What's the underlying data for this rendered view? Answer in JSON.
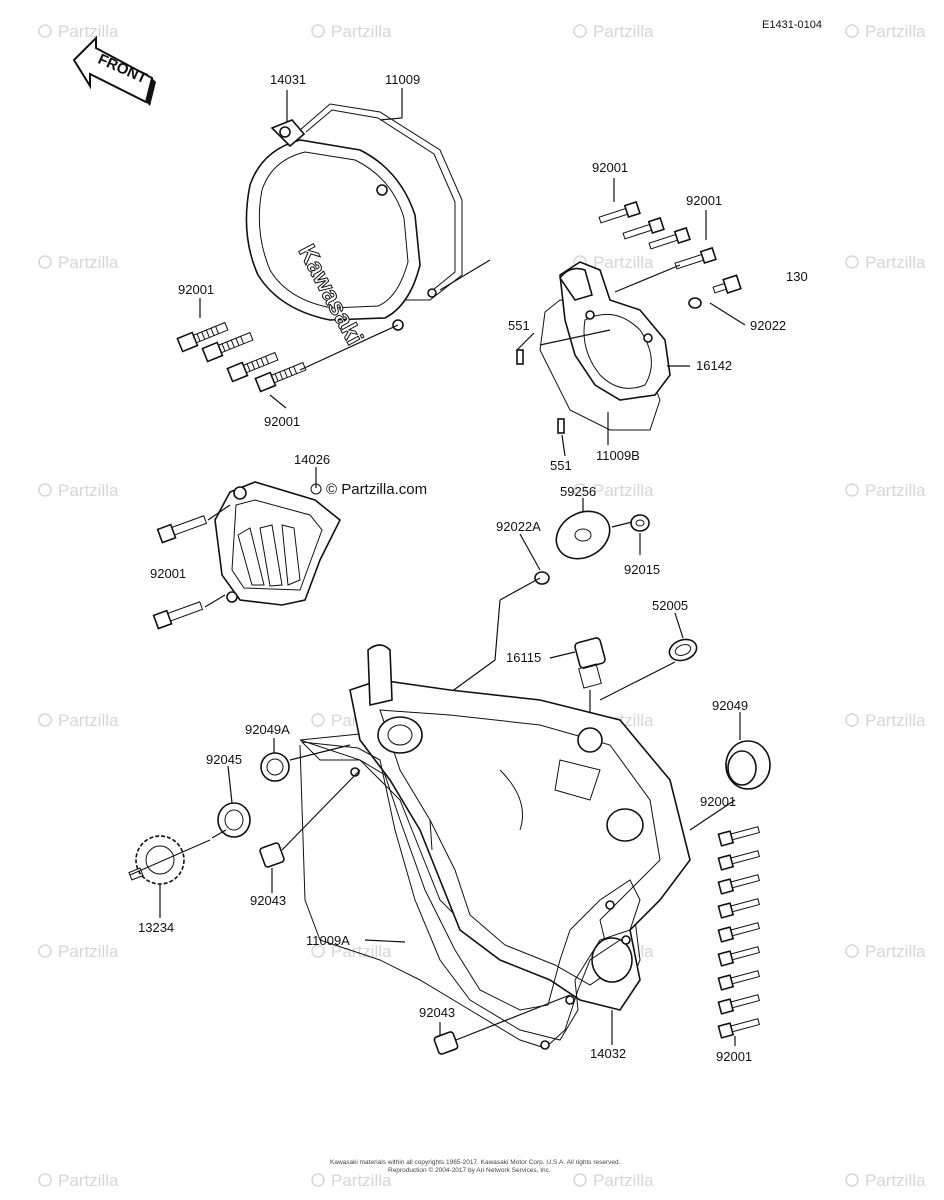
{
  "header": {
    "diagram_code": "E1431-0104",
    "front_label": "FRONT"
  },
  "watermark": {
    "text": "Partzilla",
    "link_text": "© Partzilla.com"
  },
  "parts": {
    "p14031": "14031",
    "p11009": "11009",
    "p92001_a": "92001",
    "p92001_b": "92001",
    "p92001_c": "92001",
    "p92001_d": "92001",
    "p92001_e": "92001",
    "p92001_f": "92001",
    "p92001_g": "92001",
    "p130": "130",
    "p92022": "92022",
    "p551_a": "551",
    "p551_b": "551",
    "p16142": "16142",
    "p11009B": "11009B",
    "p14026": "14026",
    "p59256": "59256",
    "p92022A": "92022A",
    "p92015": "92015",
    "p52005": "52005",
    "p16115": "16115",
    "p92049": "92049",
    "p92049A": "92049A",
    "p92045": "92045",
    "p92043_a": "92043",
    "p92043_b": "92043",
    "p13234": "13234",
    "p11009A": "11009A",
    "p14032": "14032"
  },
  "cover_brand": "Kawasaki",
  "footer": {
    "line1": "Kawasaki materials within all copyrights 1965-2017. Kawasaki Motor Corp. U.S.A. All rights reserved.",
    "line2": "Reproduction © 2004-2017 by Ari Network Services, Inc."
  }
}
